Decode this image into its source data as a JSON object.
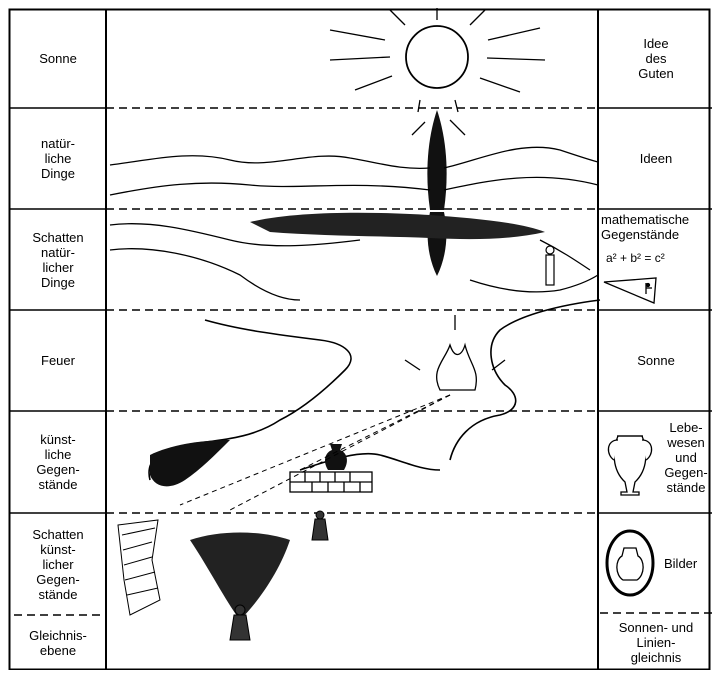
{
  "left_column": [
    {
      "label": "Sonne"
    },
    {
      "label": "natür-\nliche\nDinge"
    },
    {
      "label": "Schatten\nnatür-\nlicher\nDinge"
    },
    {
      "label": "Feuer"
    },
    {
      "label": "künst-\nliche\nGegen-\nstände"
    },
    {
      "label": "Schatten\nkünst-\nlicher\nGegen-\nstände"
    },
    {
      "label": "Gleichnis-\nebene"
    }
  ],
  "right_column": [
    {
      "label": "Idee\ndes\nGuten"
    },
    {
      "label": "Ideen"
    },
    {
      "label": "mathematische\nGegenstände",
      "formula": "a² + b² = c²",
      "icon": "right-triangle-icon"
    },
    {
      "label": "Sonne"
    },
    {
      "label": "Lebe-\nwesen\nund\nGegen-\nstände",
      "icon": "amphora-icon"
    },
    {
      "label": "Bilder",
      "icon": "framed-vase-icon"
    },
    {
      "label": "Sonnen- und\nLinien-\ngleichnis"
    }
  ]
}
